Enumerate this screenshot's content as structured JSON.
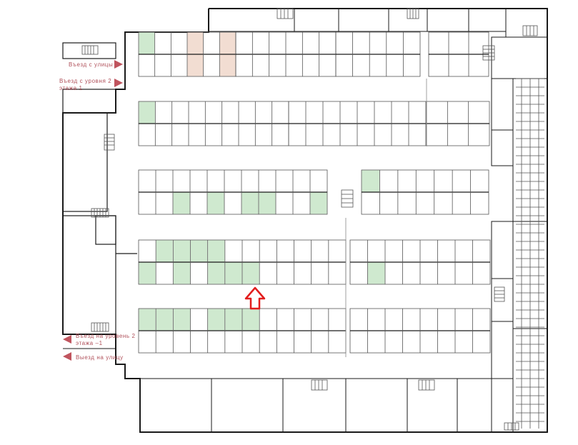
{
  "colors": {
    "wall": "#1a1a1a",
    "line": "#555555",
    "available": "#cfe9cf",
    "reserved": "#f2ddd2",
    "arrow": "#c0545e",
    "marker": "#e21d1d"
  },
  "labels": {
    "entry_from_street": "Въезд с улицы",
    "entry_from_level2_line1": "Въезд с уровня 2",
    "entry_from_level2_line2": "этажа 1",
    "entry_to_level2_line1": "Въезд на уровень 2",
    "entry_to_level2_line2": "этажа –1",
    "exit_to_street": "Выезд на улицу"
  },
  "icons": {
    "direction_arrow": "triangle-arrow-icon",
    "location_marker": "red-up-arrow-icon",
    "stairs": "stairs-icon"
  }
}
